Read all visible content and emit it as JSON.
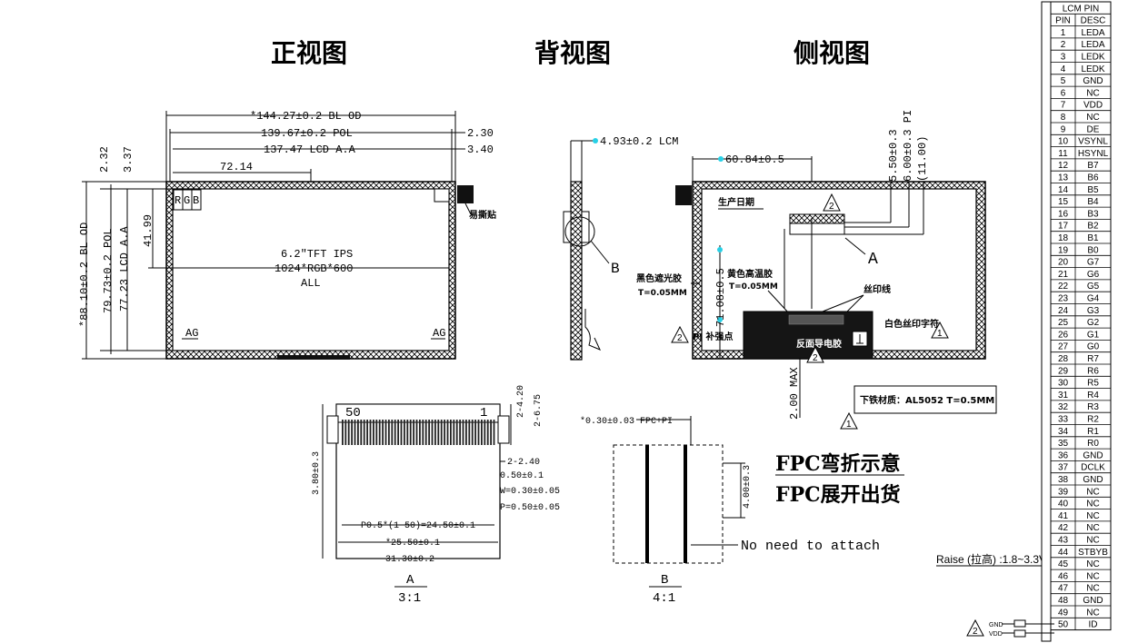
{
  "views": {
    "front": "正视图",
    "back": "背视图",
    "side": "侧视图"
  },
  "front": {
    "dim_bl_od": "*144.27±0.2 BL OD",
    "dim_pol": "139.67±0.2 POL",
    "dim_aa": "137.47 LCD A.A",
    "dim_230": "2.30",
    "dim_340": "3.40",
    "dim_7214": "72.14",
    "dim_232": "2.32",
    "dim_337": "3.37",
    "dim_v_od": "*88.10±0.2 BL OD",
    "dim_v_pol": "79.73±0.2 POL",
    "dim_v_aa": "77.23 LCD A.A",
    "dim_4199": "41.99",
    "rgb": [
      "R",
      "G",
      "B"
    ],
    "label_line1": "6.2\"TFT IPS",
    "label_line2": "1024*RGB*600",
    "label_line3": "ALL",
    "ag_left": "AG",
    "ag_right": "AG",
    "tape": "易撕贴"
  },
  "back": {
    "dim_lcm": "4.93±0.2 LCM",
    "b_label": "B"
  },
  "side": {
    "dim_6084": "60.84±0.5",
    "dim_550": "5.50±0.3",
    "dim_600": "6.00±0.3 PI",
    "dim_1100": "(11.00)",
    "date_label": "生产日期",
    "a_label": "A",
    "black_tape": "黑色遮光胶",
    "black_tape_t": "T=0.05MM",
    "yellow_tape": "黄色高温胶",
    "yellow_tape_t": "T=0.05MM",
    "silk_line": "丝印线",
    "white_silk": "白色丝印字符",
    "pi_label": "PI 补强点",
    "dim_7108": "71.08±0.5",
    "conductive": "反面导电胶",
    "max_label": "2.00 MAX",
    "iron": "下铁材质：AL5052 T=0.5MM",
    "tri_2": "2",
    "tri_1": "1"
  },
  "detail_a": {
    "pin50": "50",
    "pin1": "1",
    "dim_420": "2-4.20",
    "dim_675": "2-6.75",
    "dim_240": "2-2.40",
    "dim_050": "0.50±0.1",
    "dim_w": "W=0.30±0.05",
    "dim_p": "P=0.50±0.05",
    "dim_380": "3.80±0.3",
    "dim_pitch": "P0.5*(1-50)=24.50±0.1",
    "dim_2550": "*25.50±0.1",
    "dim_3130": "31.30±0.2",
    "title": "A",
    "scale": "3:1"
  },
  "detail_b": {
    "dim_030": "*0.30±0.03 FPC+PI",
    "dim_400": "4.00±0.3",
    "no_attach": "No need to attach",
    "title": "B",
    "scale": "4:1"
  },
  "fpc": {
    "bend": "FPC弯折示意",
    "flat": "FPC展开出货"
  },
  "raise": "Raise (拉高) :1.8~3.3V",
  "pin_table": {
    "title": "LCM PIN",
    "col_pin": "PIN",
    "col_desc": "DESC",
    "rows": [
      [
        "1",
        "LEDA"
      ],
      [
        "2",
        "LEDA"
      ],
      [
        "3",
        "LEDK"
      ],
      [
        "4",
        "LEDK"
      ],
      [
        "5",
        "GND"
      ],
      [
        "6",
        "NC"
      ],
      [
        "7",
        "VDD"
      ],
      [
        "8",
        "NC"
      ],
      [
        "9",
        "DE"
      ],
      [
        "10",
        "VSYNL"
      ],
      [
        "11",
        "HSYNL"
      ],
      [
        "12",
        "B7"
      ],
      [
        "13",
        "B6"
      ],
      [
        "14",
        "B5"
      ],
      [
        "15",
        "B4"
      ],
      [
        "16",
        "B3"
      ],
      [
        "17",
        "B2"
      ],
      [
        "18",
        "B1"
      ],
      [
        "19",
        "B0"
      ],
      [
        "20",
        "G7"
      ],
      [
        "21",
        "G6"
      ],
      [
        "22",
        "G5"
      ],
      [
        "23",
        "G4"
      ],
      [
        "24",
        "G3"
      ],
      [
        "25",
        "G2"
      ],
      [
        "26",
        "G1"
      ],
      [
        "27",
        "G0"
      ],
      [
        "28",
        "R7"
      ],
      [
        "29",
        "R6"
      ],
      [
        "30",
        "R5"
      ],
      [
        "31",
        "R4"
      ],
      [
        "32",
        "R3"
      ],
      [
        "33",
        "R2"
      ],
      [
        "34",
        "R1"
      ],
      [
        "35",
        "R0"
      ],
      [
        "36",
        "GND"
      ],
      [
        "37",
        "DCLK"
      ],
      [
        "38",
        "GND"
      ],
      [
        "39",
        "NC"
      ],
      [
        "40",
        "NC"
      ],
      [
        "41",
        "NC"
      ],
      [
        "42",
        "NC"
      ],
      [
        "43",
        "NC"
      ],
      [
        "44",
        "STBYB"
      ],
      [
        "45",
        "NC"
      ],
      [
        "46",
        "NC"
      ],
      [
        "47",
        "NC"
      ],
      [
        "48",
        "GND"
      ],
      [
        "49",
        "NC"
      ],
      [
        "50",
        "ID"
      ]
    ]
  },
  "legend": {
    "gnd": "GND",
    "vdd": "VDD",
    "tri": "2"
  }
}
